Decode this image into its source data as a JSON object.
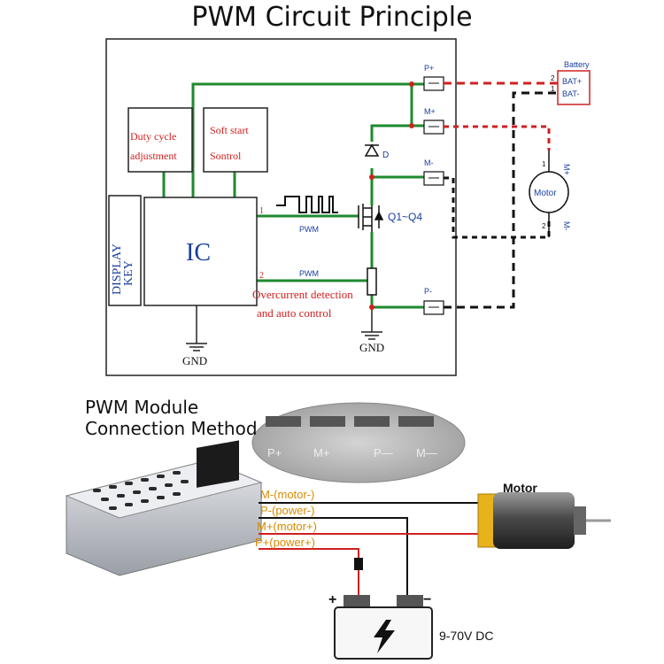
{
  "title": "PWM Circuit Principle",
  "schematic": {
    "duty_cycle_line1": "Duty cycle",
    "duty_cycle_line2": "adjustment",
    "soft_start_line1": "Soft start",
    "soft_start_line2": "Sontrol",
    "display_key_line1": "DISPLAY",
    "display_key_line2": "KEY",
    "ic_label": "IC",
    "pin1": "1",
    "pin2": "2",
    "pwm_label_top": "PWM",
    "pwm_label_bottom": "PWM",
    "diode_label": "D",
    "mosfet_label": "Q1~Q4",
    "overcurrent_line1": "Overcurrent detection",
    "overcurrent_line2": "and auto control",
    "gnd_left": "GND",
    "gnd_right": "GND",
    "terminal_p_plus": "P+",
    "terminal_m_plus": "M+",
    "terminal_m_minus": "M-",
    "terminal_p_minus": "P-",
    "battery_title": "Battery",
    "bat_plus": "BAT+",
    "bat_minus": "BAT-",
    "bat_pin2": "2",
    "bat_pin1": "1",
    "motor_label": "Motor",
    "motor_m_plus": "M+",
    "motor_m_minus": "M-",
    "motor_pin1": "1",
    "motor_pin2": "2"
  },
  "module": {
    "title_line1": "PWM Module",
    "title_line2": "Connection Method",
    "zoom_labels": [
      "P+",
      "M+",
      "P—",
      "M—"
    ],
    "wire_m_minus": "M-(motor-)",
    "wire_p_minus": "P-(power-)",
    "wire_m_plus": "M+(motor+)",
    "wire_p_plus": "P+(power+)",
    "motor_label": "Motor",
    "battery_plus": "+",
    "battery_minus": "−",
    "voltage_label": "9-70V DC"
  },
  "colors": {
    "green_wire": "#1e8a2e",
    "red_text": "#d02020",
    "blue_text": "#1a3ea0",
    "orange_text": "#d98a00",
    "motor_yellow": "#e8b21a"
  }
}
